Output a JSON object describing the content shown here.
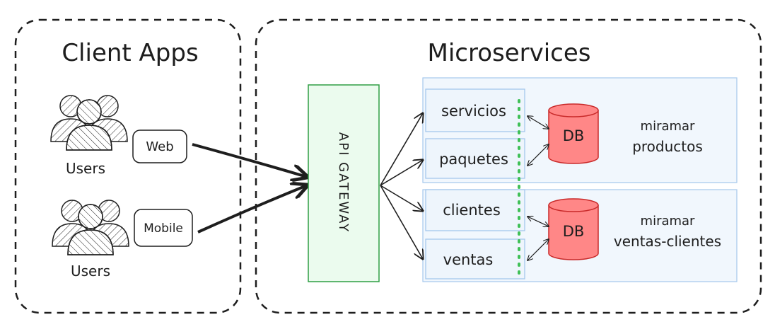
{
  "client_apps": {
    "title": "Client Apps",
    "users_web_label": "Users",
    "users_mobile_label": "Users",
    "web_label": "Web",
    "mobile_label": "Mobile"
  },
  "microservices": {
    "title": "Microservices",
    "gateway_label": "API GATEWAY",
    "groups": [
      {
        "services": [
          "servicios",
          "paquetes"
        ],
        "db_label": "DB",
        "name_line1": "miramar",
        "name_line2": "productos"
      },
      {
        "services": [
          "clientes",
          "ventas"
        ],
        "db_label": "DB",
        "name_line1": "miramar",
        "name_line2": "ventas-clientes"
      }
    ]
  },
  "colors": {
    "stroke": "#1e1e1e",
    "gateway_fill": "#ebfbee",
    "gateway_stroke": "#2f9e44",
    "group_fill": "#f1f7fd",
    "group_stroke": "#a5c8ec",
    "db_fill": "#ff8787",
    "db_stroke": "#c92a2a"
  }
}
